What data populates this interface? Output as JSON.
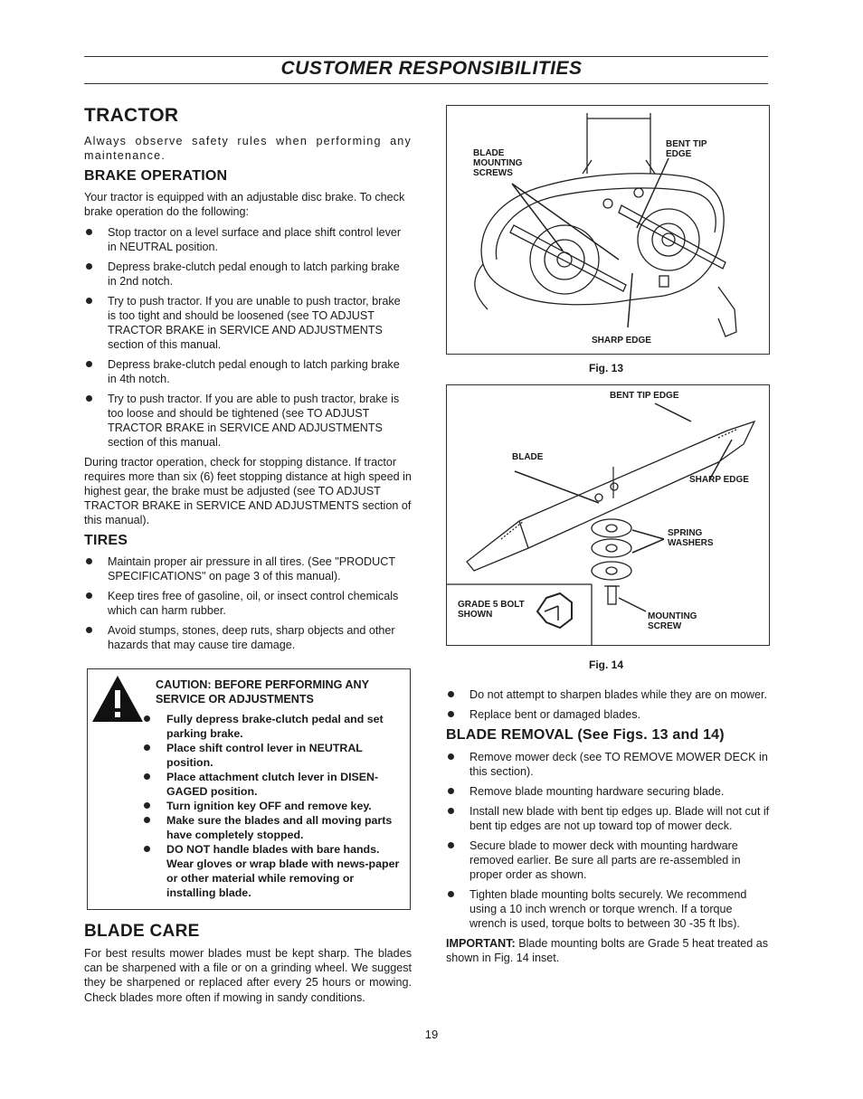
{
  "header": {
    "title": "CUSTOMER RESPONSIBILITIES"
  },
  "tractor": {
    "heading": "TRACTOR",
    "intro": "Always observe safety rules when performing any maintenance."
  },
  "brake": {
    "heading": "BRAKE OPERATION",
    "intro": "Your tractor is equipped with an adjustable disc brake. To check brake operation do the following:",
    "items": [
      "Stop tractor on a level surface and place shift control lever in NEUTRAL position.",
      "Depress brake-clutch pedal enough to latch parking brake in 2nd notch.",
      "Try to push tractor. If you are unable to push tractor, brake is too tight and should be loosened (see TO ADJUST TRACTOR BRAKE in SERVICE AND ADJUSTMENTS section of this manual.",
      "Depress brake-clutch pedal enough to latch parking brake in 4th notch.",
      "Try to push tractor. If you are able to push tractor, brake is too loose and should be tightened (see TO ADJUST TRACTOR BRAKE in SERVICE AND ADJUSTMENTS section of this manual."
    ],
    "closing": "During tractor operation, check for stopping distance. If tractor requires more than six (6) feet stopping distance at high speed in highest gear, the brake must be adjusted (see TO ADJUST TRACTOR BRAKE in SERVICE AND ADJUSTMENTS section of this manual)."
  },
  "tires": {
    "heading": "TIRES",
    "items": [
      "Maintain proper air pressure in all tires. (See \"PRODUCT SPECIFICATIONS\" on page 3 of this manual).",
      "Keep tires free of gasoline, oil, or insect control chemicals which can harm rubber.",
      "Avoid stumps, stones, deep ruts, sharp objects and other hazards that may cause tire damage."
    ]
  },
  "caution": {
    "heading": "CAUTION: BEFORE PERFORMING ANY SERVICE OR ADJUSTMENTS",
    "items": [
      "Fully depress brake-clutch pedal and set parking brake.",
      "Place shift control lever in NEUTRAL position.",
      "Place attachment clutch lever in DISEN-GAGED position.",
      "Turn ignition key OFF and remove key.",
      "Make sure the blades and all moving parts have completely stopped.",
      "DO NOT handle blades with bare hands. Wear gloves or wrap blade with news-paper or other material while removing or installing blade."
    ]
  },
  "blade_care": {
    "heading": "BLADE CARE",
    "text": "For best results mower blades must be kept sharp. The blades can be sharpened with a file or on a grinding wheel. We suggest they be sharpened or replaced after every 25 hours or mowing. Check blades more often if mowing in sandy conditions.",
    "items": [
      "Do not attempt to sharpen blades while they are on mower.",
      "Replace bent or damaged blades."
    ]
  },
  "fig13": {
    "caption": "Fig. 13",
    "labels": {
      "blade_mounting_screws": "BLADE MOUNTING SCREWS",
      "bent_tip_edge": "BENT TIP EDGE",
      "sharp_edge": "SHARP EDGE"
    }
  },
  "fig14": {
    "caption": "Fig. 14",
    "labels": {
      "bent_tip_edge": "BENT TIP EDGE",
      "blade": "BLADE",
      "sharp_edge": "SHARP EDGE",
      "spring_washers": "SPRING WASHERS",
      "grade5": "GRADE 5 BOLT SHOWN",
      "mounting_screw": "MOUNTING SCREW"
    }
  },
  "blade_removal": {
    "heading": "BLADE REMOVAL (See Figs. 13 and 14)",
    "items": [
      "Remove mower deck (see TO REMOVE MOWER DECK in this section).",
      "Remove blade mounting hardware securing blade.",
      "Install new blade with bent tip edges up. Blade will not cut if bent tip edges are not up toward top of mower deck.",
      "Secure blade to mower deck with mounting hardware removed earlier. Be sure all parts are re-assembled in proper order as shown.",
      "Tighten blade mounting bolts securely. We recommend using a 10 inch wrench or torque wrench. If a torque wrench is used, torque bolts to between 30 -35 ft lbs)."
    ],
    "important_label": "IMPORTANT:",
    "important_text": "Blade mounting bolts are Grade 5 heat treated as shown in Fig. 14 inset."
  },
  "footer": {
    "page_number": "19"
  }
}
